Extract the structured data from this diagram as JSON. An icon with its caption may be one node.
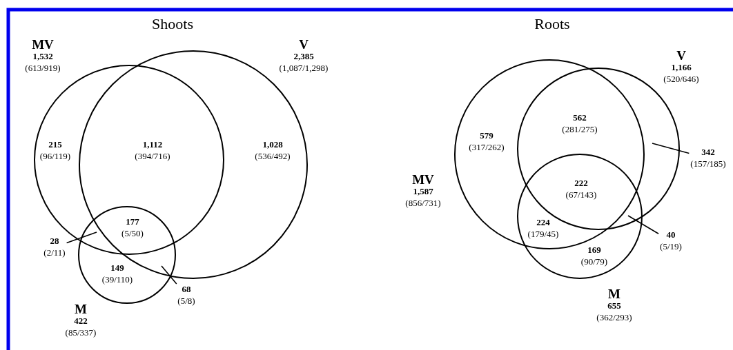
{
  "diagram": {
    "nodes": [
      {
        "text": [
          "MV",
          "1,532",
          "(613/919)"
        ]
      },
      {
        "text": [
          "V",
          "2,385",
          "(1,087/1,298)"
        ]
      },
      {
        "text": [
          "M",
          "422",
          "(85/337)"
        ]
      },
      {
        "text": [
          "28",
          "(2/11)"
        ]
      },
      {
        "text": [
          "68",
          "(5/8)"
        ]
      },
      {
        "text": [
          "MV",
          "1,587",
          "(856/731)"
        ]
      },
      {
        "text": [
          "V",
          "1,166",
          "(520/646)"
        ]
      },
      {
        "text": [
          "M",
          "655",
          "(362/293)"
        ]
      },
      {
        "text": [
          "342",
          "(157/185)"
        ]
      },
      {
        "text": [
          "40",
          "(5/19)"
        ]
      }
    ],
    "edges": [
      {
        "from": 3,
        "to": null,
        "arrow": "none"
      },
      {
        "from": 4,
        "to": null,
        "arrow": "none"
      },
      {
        "from": 8,
        "to": null,
        "arrow": "none"
      },
      {
        "from": 9,
        "to": null,
        "arrow": "none"
      }
    ],
    "labels": [
      "Shoots",
      "Roots",
      "215",
      "(96/119)",
      "1,112",
      "(394/716)",
      "1,028",
      "(536/492)",
      "177",
      "(5/50)",
      "149",
      "(39/110)",
      "579",
      "(317/262)",
      "562",
      "(281/275)",
      "222",
      "(67/143)",
      "224",
      "(179/45)",
      "169",
      "(90/79)"
    ]
  }
}
